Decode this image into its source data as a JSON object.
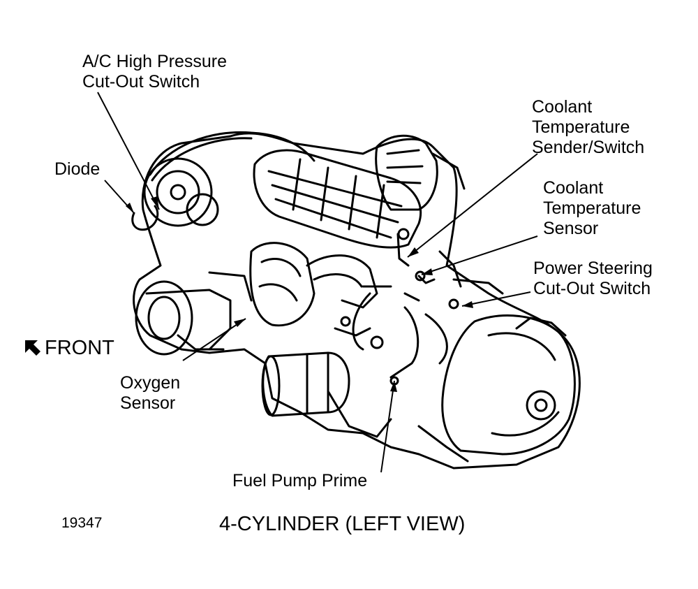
{
  "labels": {
    "ac_switch": [
      "A/C High Pressure",
      "Cut-Out Switch"
    ],
    "diode": [
      "Diode"
    ],
    "coolant_sender": [
      "Coolant",
      "Temperature",
      "Sender/Switch"
    ],
    "coolant_sensor": [
      "Coolant",
      "Temperature",
      "Sensor"
    ],
    "power_steering": [
      "Power Steering",
      "Cut-Out Switch"
    ],
    "front": "FRONT",
    "oxygen": [
      "Oxygen",
      "Sensor"
    ],
    "fuel_pump": [
      "Fuel Pump Prime"
    ]
  },
  "figure_number": "19347",
  "caption": "4-CYLINDER (LEFT VIEW)"
}
